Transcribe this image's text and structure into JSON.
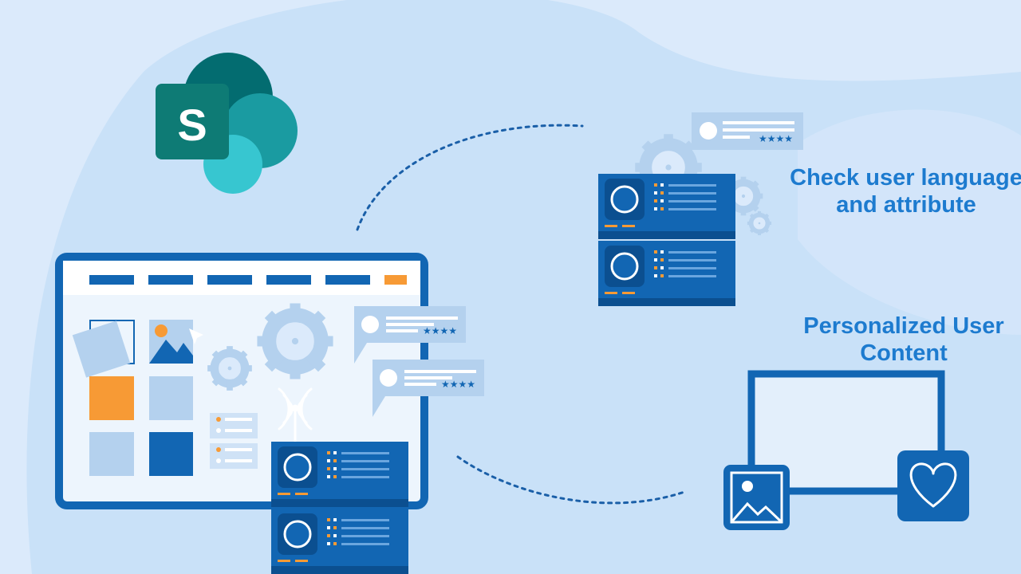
{
  "labels": {
    "check": [
      "Check user language",
      "and attribute"
    ],
    "personalized": [
      "Personalized User",
      "Content"
    ]
  },
  "logo": {
    "letter": "S"
  },
  "review_stars": "★★★★",
  "colors": {
    "background": "#dbeafb",
    "blob": "#c9e1f8",
    "primary_blue": "#1266b3",
    "dark_blue": "#0b4f90",
    "light_blue": "#b4d1ee",
    "orange": "#f79a35",
    "sharepoint_dark": "#036c70",
    "sharepoint_mid": "#1a9ba1",
    "sharepoint_light": "#37c6d0"
  },
  "icons": [
    "sharepoint-logo-icon",
    "gear-icon",
    "image-icon",
    "heart-icon",
    "wifi-signal-icon",
    "server-icon",
    "review-card-icon",
    "cursor-icon"
  ]
}
